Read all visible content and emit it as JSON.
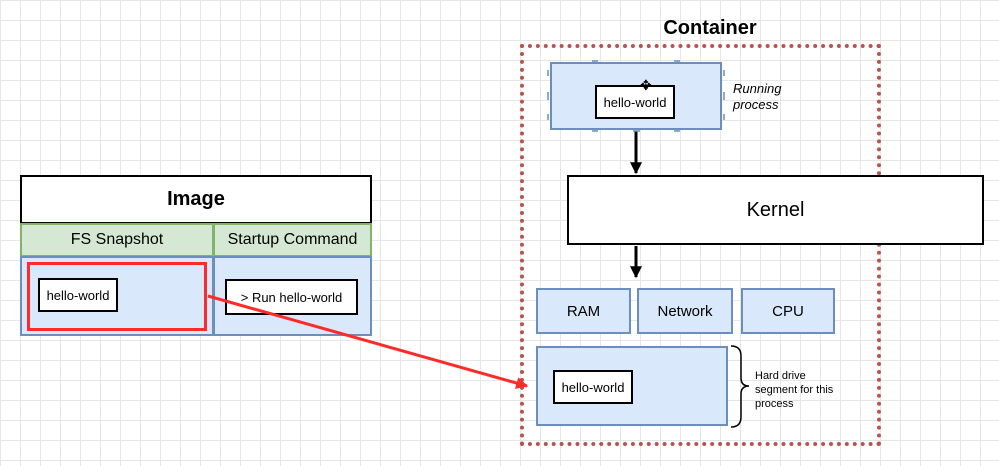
{
  "container": {
    "title": "Container",
    "border_color": "#b85450"
  },
  "image": {
    "title": "Image",
    "col_fs_snapshot": "FS Snapshot",
    "col_startup_command": "Startup Command",
    "fs_item": "hello-world",
    "startup_cmd": "> Run hello-world",
    "highlight_color": "#ff2a2a"
  },
  "process": {
    "label": "hello-world",
    "caption": "Running\nprocess"
  },
  "kernel": {
    "label": "Kernel"
  },
  "resources": {
    "ram": "RAM",
    "network": "Network",
    "cpu": "CPU"
  },
  "hard_drive": {
    "label": "hello-world",
    "caption": "Hard drive\nsegment for this\nprocess"
  }
}
